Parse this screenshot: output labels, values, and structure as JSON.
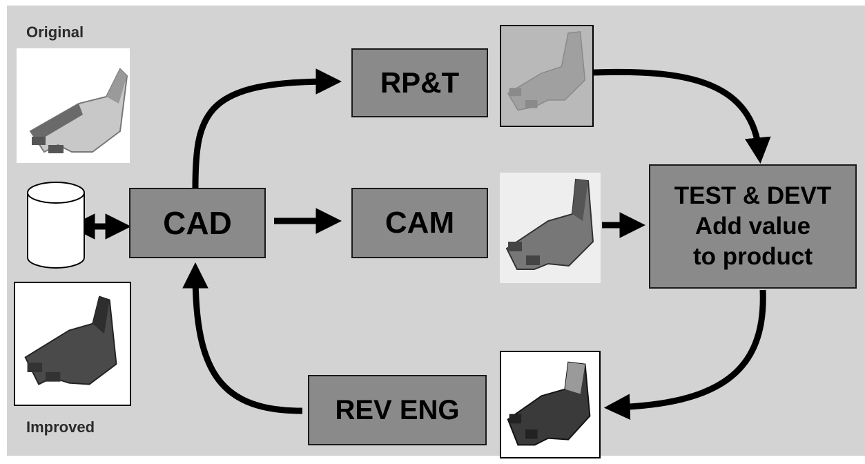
{
  "labels": {
    "original": "Original",
    "improved": "Improved"
  },
  "boxes": {
    "cad": "CAD",
    "rpt": "RP&T",
    "cam": "CAM",
    "rev_eng": "REV ENG",
    "test_line1": "TEST & DEVT",
    "test_line2": "Add value",
    "test_line3": "to product"
  },
  "colors": {
    "background": "#d3d3d3",
    "box_fill": "#8a8a8a",
    "arrow": "#000000"
  },
  "icons": {
    "database": "database-cylinder-icon",
    "part": "bracket-part-image"
  }
}
